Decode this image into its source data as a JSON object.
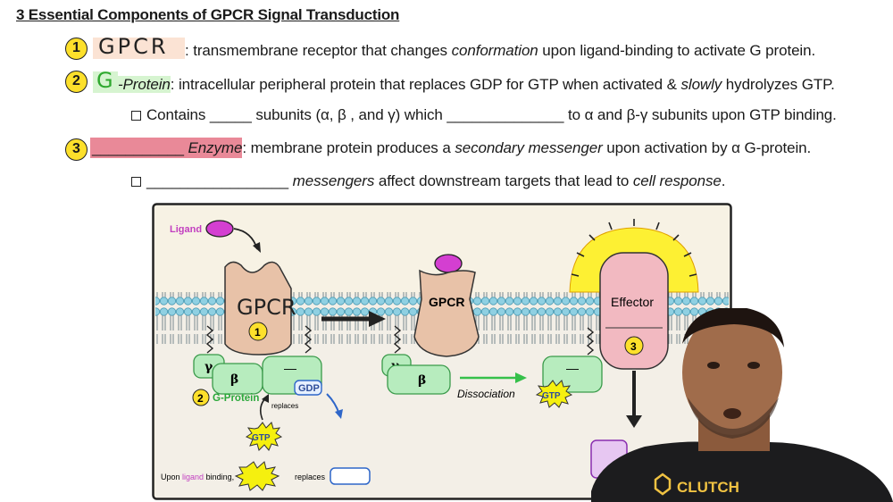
{
  "title": "3 Essential Components of GPCR Signal Transduction",
  "line1": {
    "number": "1",
    "handwritten": "GPCR",
    "blank": "______",
    "text_a": ": transmembrane receptor that changes ",
    "text_em": "conformation",
    "text_b": " upon ligand-binding to activate G protein."
  },
  "line2": {
    "number": "2",
    "handwritten": "G",
    "blank": "__",
    "term": "-Protein",
    "text": ": intracellular peripheral protein that replaces GDP for GTP when activated & ",
    "text_em": "slowly",
    "text_b": " hydrolyzes GTP."
  },
  "line2b": {
    "text_a": "Contains _____ subunits (α, β , and γ) which ______________ to α and β-γ subunits upon GTP binding."
  },
  "line3": {
    "number": "3",
    "blank": "___________",
    "term": " Enzyme",
    "text_a": ": membrane protein produces a ",
    "text_em": "secondary messenger",
    "text_b": " upon activation by α G-protein."
  },
  "line3b": {
    "blank": "_________________",
    "text_em": " messengers",
    "text_a": " affect downstream targets that lead to ",
    "text_em2": "cell response",
    "text_b": "."
  },
  "figure": {
    "ligand_label": "Ligand",
    "gpcr_handwritten": "GPCR",
    "gpcr_label": "GPCR",
    "effector_label": "Effector",
    "gamma": "γ",
    "beta": "β",
    "gdp": "GDP",
    "gtp": "GTP",
    "gprotein_label": "G-Protein",
    "replaces_small": "replaces",
    "dissociation": "Dissociation",
    "num1": "1",
    "num2": "2",
    "num3": "3",
    "caption_a": "Upon ",
    "caption_ligand": "ligand",
    "caption_b": " binding,",
    "caption_c": "replaces",
    "dash": "—"
  },
  "webcam": {
    "shirt_text": "CLUTCH"
  },
  "colors": {
    "membrane": "#9fd6e4",
    "receptor": "#e8c2a8",
    "gprotein": "#b7ecbe",
    "effector": "#f2b9c1",
    "starburst": "#f5f00f",
    "ligand": "#d43fd1"
  }
}
